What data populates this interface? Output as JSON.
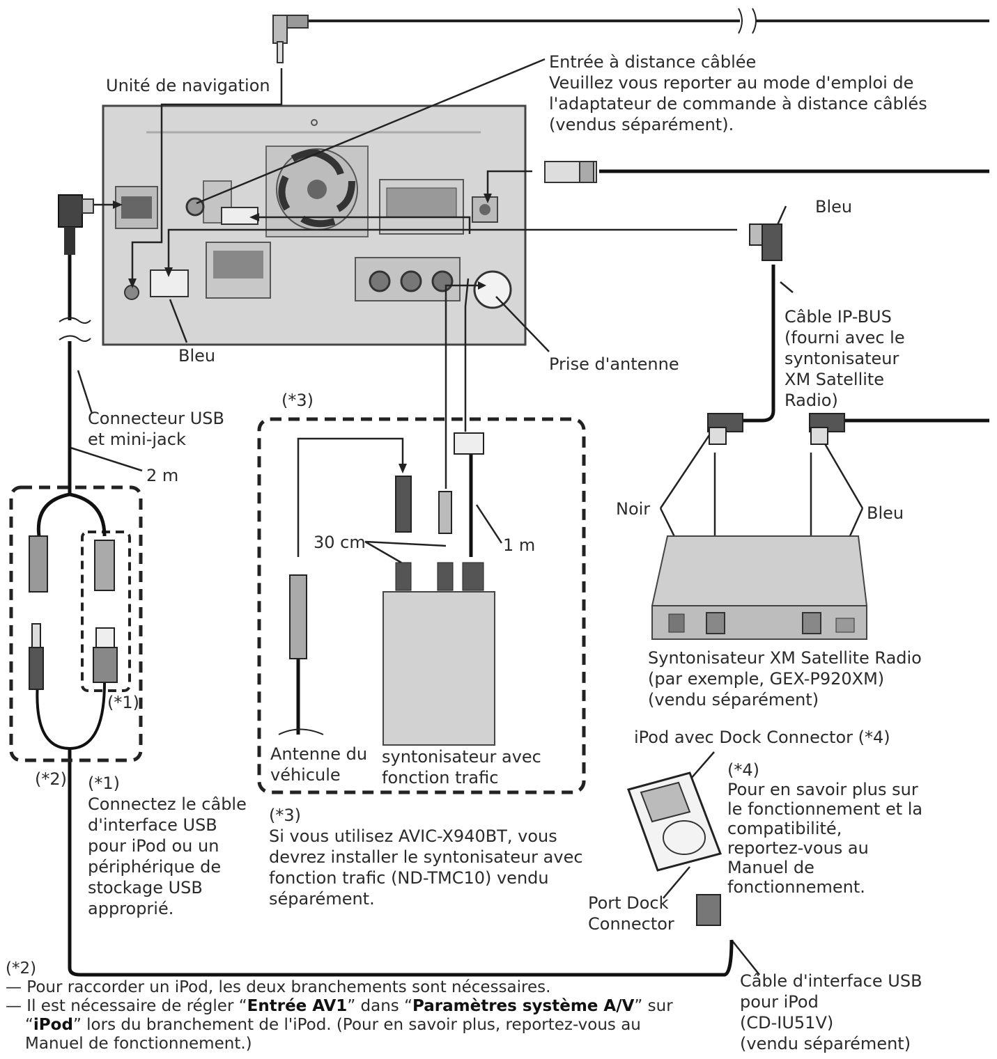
{
  "labels": {
    "nav_unit": "Unité de navigation",
    "wired_remote": [
      "Entrée à distance câblée",
      "Veuillez vous reporter au mode d'emploi de",
      "l'adaptateur de commande à distance câblés",
      "(vendus séparément)."
    ],
    "blue_top": "Bleu",
    "blue_unit": "Bleu",
    "blue_tuner": "Bleu",
    "black": "Noir",
    "ipbus_cable": [
      "Câble IP-BUS",
      "(fourni avec le",
      "syntonisateur",
      "XM Satellite",
      "Radio)"
    ],
    "antenna_jack": "Prise d'antenne",
    "usb_connector": [
      "Connecteur USB",
      "et mini-jack"
    ],
    "len_2m": "2 m",
    "len_30cm": "30 cm",
    "len_1m": "1 m",
    "ref3_top": "(*3)",
    "ref1_small": "(*1)",
    "ref2_small": "(*2)",
    "vehicle_antenna": [
      "Antenne du",
      "véhicule"
    ],
    "traffic_tuner": [
      "syntonisateur avec",
      "fonction trafic"
    ],
    "xm_tuner": [
      "Syntonisateur XM Satellite Radio",
      "(par exemple, GEX-P920XM)",
      "(vendu séparément)"
    ],
    "ipod_dock": "iPod avec Dock Connector (*4)",
    "dock_port": [
      "Port Dock",
      "Connector"
    ],
    "usb_ipod_cable": [
      "Câble d'interface USB",
      "pour iPod",
      "(CD-IU51V)",
      "(vendu séparément)"
    ]
  },
  "notes": {
    "note1_ref": "(*1)",
    "note1": [
      "Connectez le câble",
      "d'interface USB",
      "pour iPod ou un",
      "périphérique de",
      "stockage USB",
      "approprié."
    ],
    "note3_ref": "(*3)",
    "note3": [
      "Si vous utilisez AVIC-X940BT, vous",
      "devrez installer le syntonisateur avec",
      "fonction trafic (ND-TMC10) vendu",
      "séparément."
    ],
    "note4_ref": "(*4)",
    "note4": [
      "Pour en savoir plus sur",
      "le fonctionnement et la",
      "compatibilité,",
      "reportez-vous au",
      "Manuel de",
      "fonctionnement."
    ],
    "note2_ref": "(*2)",
    "note2_line1": "— Pour raccorder un iPod, les deux branchements sont nécessaires.",
    "note2_line2": {
      "a": "— Il est nécessaire de régler “",
      "b": "Entrée AV1",
      "c": "” dans “",
      "d": "Paramètres système A/V",
      "e": "” sur"
    },
    "note2_line3": {
      "a": "“",
      "b": "iPod",
      "c": "” lors du branchement de l'iPod. (Pour en savoir plus, reportez-vous au"
    },
    "note2_line4": "Manuel de fonctionnement.)"
  },
  "colors": {
    "unit_body": "#d8d8d8",
    "line": "#2a2a2a",
    "cable": "#1a1a1a"
  }
}
